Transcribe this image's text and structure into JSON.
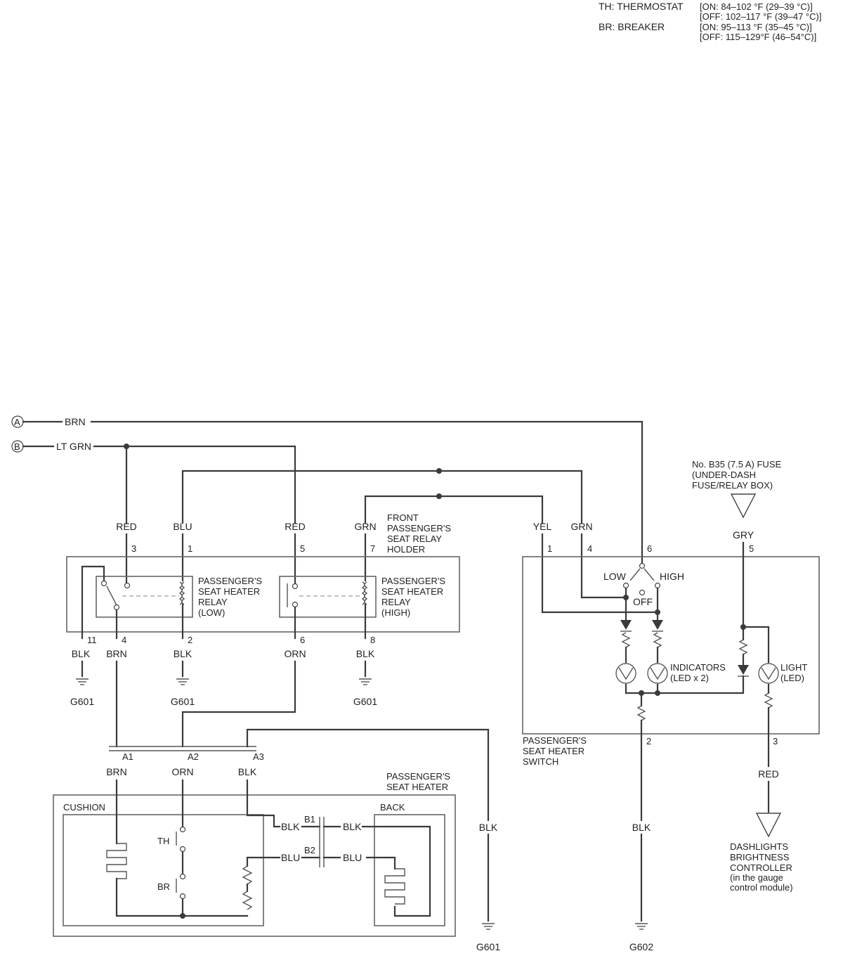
{
  "legend": {
    "th": "TH: THERMOSTAT",
    "th_on": "[ON: 84–102 °F (29–39 °C)]",
    "th_off": "[OFF: 102–117 °F (39–47 °C)]",
    "br": "BR: BREAKER",
    "br_on": "[ON: 95–113 °F (35–45 °C)]",
    "br_off": "[OFF: 115–129°F (46–54°C)]"
  },
  "inputs": {
    "a_id": "A",
    "a_wire": "BRN",
    "b_id": "B",
    "b_wire": "LT GRN"
  },
  "fuse": {
    "line1": "No. B35 (7.5 A) FUSE",
    "line2": "(UNDER-DASH",
    "line3": "FUSE/RELAY BOX)",
    "wire": "GRY",
    "pin": "5"
  },
  "relay_holder": {
    "line1": "FRONT",
    "line2": "PASSENGER'S",
    "line3": "SEAT RELAY",
    "line4": "HOLDER",
    "top_wires": [
      "RED",
      "BLU",
      "RED",
      "GRN"
    ],
    "top_pins": [
      "3",
      "1",
      "5",
      "7"
    ],
    "bottom_pins": [
      "11",
      "4",
      "2",
      "6",
      "8"
    ],
    "bottom_wires": [
      "BLK",
      "BRN",
      "BLK",
      "ORN",
      "BLK"
    ],
    "grounds": [
      "G601",
      "G601",
      "G601"
    ],
    "relay_low": [
      "PASSENGER'S",
      "SEAT HEATER",
      "RELAY",
      "(LOW)"
    ],
    "relay_high": [
      "PASSENGER'S",
      "SEAT HEATER",
      "RELAY",
      "(HIGH)"
    ]
  },
  "switch": {
    "top_wires": [
      "YEL",
      "GRN"
    ],
    "top_pins": [
      "1",
      "4",
      "6"
    ],
    "low": "LOW",
    "high": "HIGH",
    "off": "OFF",
    "indicators": [
      "INDICATORS",
      "(LED x 2)"
    ],
    "light": [
      "LIGHT",
      "(LED)"
    ],
    "title": [
      "PASSENGER'S",
      "SEAT HEATER",
      "SWITCH"
    ],
    "pin_2": "2",
    "pin_3": "3",
    "wire_2": "BLK",
    "wire_3": "RED",
    "ground": "G602"
  },
  "dashlights": [
    "DASHLIGHTS",
    "BRIGHTNESS",
    "CONTROLLER",
    "(in the gauge",
    "control module)"
  ],
  "connector_a": {
    "pins": [
      "A1",
      "A2",
      "A3"
    ],
    "wires": [
      "BRN",
      "ORN",
      "BLK"
    ],
    "right_wire": "BLK",
    "right_ground": "G601"
  },
  "heater": {
    "title": [
      "PASSENGER'S",
      "SEAT HEATER"
    ],
    "cushion": "CUSHION",
    "back": "BACK",
    "th": "TH",
    "br": "BR",
    "b1": "B1",
    "b2": "B2",
    "b1_left": "BLK",
    "b1_right": "BLK",
    "b2_left": "BLU",
    "b2_right": "BLU"
  }
}
